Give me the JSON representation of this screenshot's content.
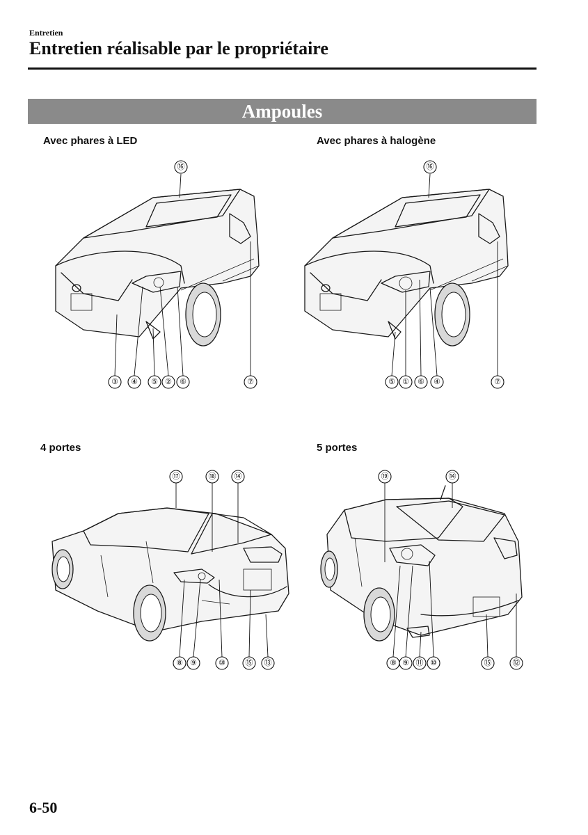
{
  "header": {
    "section": "Entretien",
    "title": "Entretien réalisable par le propriétaire"
  },
  "banner": {
    "title": "Ampoules"
  },
  "panels": {
    "led": {
      "label": "Avec phares à LED",
      "top_callouts": [
        "⑯"
      ],
      "bottom_callouts": [
        "③",
        "④",
        "⑤",
        "②",
        "⑥",
        "⑦"
      ]
    },
    "halogen": {
      "label": "Avec phares à halogène",
      "top_callouts": [
        "⑯"
      ],
      "bottom_callouts": [
        "⑤",
        "①",
        "⑥",
        "④",
        "⑦"
      ]
    },
    "four_door": {
      "label": "4 portes",
      "top_callouts": [
        "⑰",
        "⑱",
        "⑭"
      ],
      "bottom_callouts": [
        "⑧",
        "⑨",
        "⑩",
        "⑮",
        "⑬"
      ]
    },
    "five_door": {
      "label": "5 portes",
      "top_callouts": [
        "⑲",
        "⑭"
      ],
      "bottom_callouts": [
        "⑧",
        "⑨",
        "⑪",
        "⑩",
        "⑮",
        "⑫"
      ]
    }
  },
  "footer": {
    "page_number": "6-50"
  }
}
